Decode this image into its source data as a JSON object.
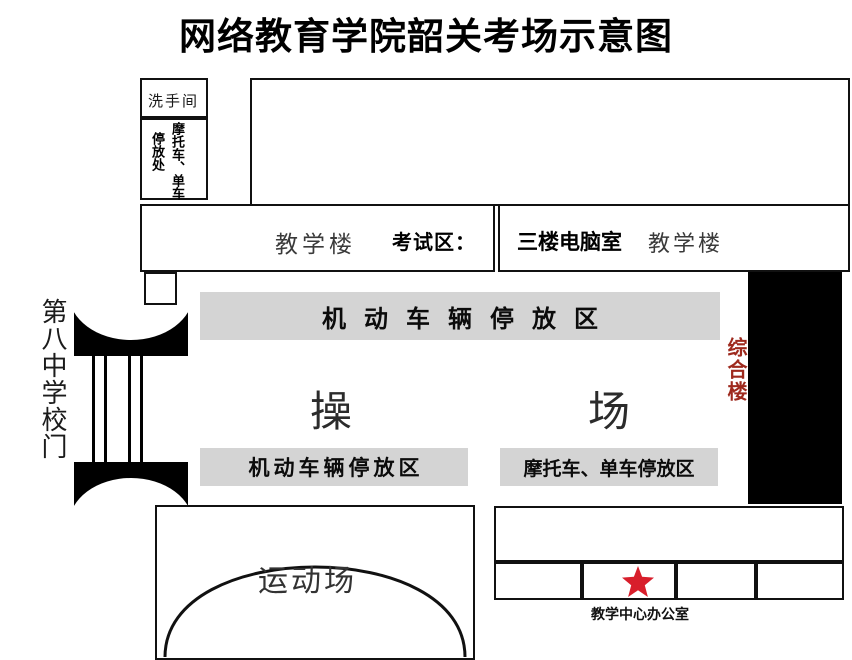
{
  "title": "网络教育学院韶关考场示意图",
  "colors": {
    "star_red": "#d81e2b",
    "complex_building_text": "#9e2a1e",
    "parking_band_gray": "#d4d4d4",
    "solid_block_black": "#000000",
    "line_black": "#111111"
  },
  "buildings": {
    "restroom": "洗手间",
    "moto_parking_vertical_line1": "摩托车、单车",
    "moto_parking_vertical_line2": "停放处",
    "teaching_building_left": "教学楼",
    "exam_area_label": "考试区：",
    "exam_room": "三楼电脑室",
    "teaching_building_right": "教学楼",
    "complex_building": "综合楼"
  },
  "zones": {
    "parking_band_top": "机动车辆停放区",
    "parking_band_bottom_left": "机动车辆停放区",
    "parking_band_bottom_right": "摩托车、单车停放区",
    "playground_char_1": "操",
    "playground_char_2": "场",
    "sports_field": "运动场"
  },
  "gate": {
    "label": "第八中学校门"
  },
  "office": {
    "caption": "教学中心办公室",
    "marker": "★"
  }
}
